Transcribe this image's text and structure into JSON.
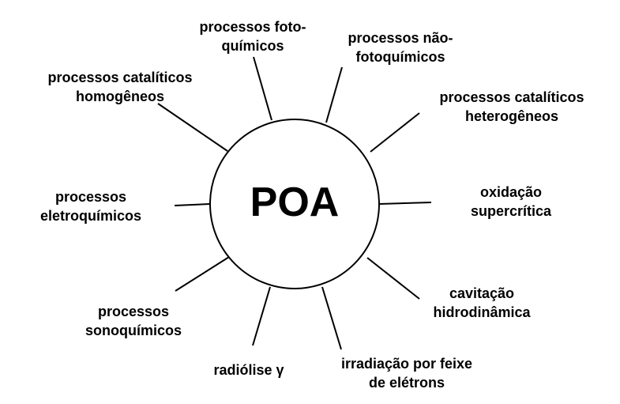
{
  "center": "POA",
  "branches": [
    {
      "line1": "processos foto-",
      "line2": "químicos"
    },
    {
      "line1": "processos não-",
      "line2": "fotoquímicos"
    },
    {
      "line1": "processos catalíticos",
      "line2": "homogêneos"
    },
    {
      "line1": "processos catalíticos",
      "line2": "heterogêneos"
    },
    {
      "line1": "processos",
      "line2": "eletroquímicos"
    },
    {
      "line1": "oxidação",
      "line2": "supercrítica"
    },
    {
      "line1": "cavitação",
      "line2": "hidrodinâmica"
    },
    {
      "line1": "processos",
      "line2": "sonoquímicos"
    },
    {
      "line1": "radiólise γ"
    },
    {
      "line1": "irradiação por feixe",
      "line2": "de elétrons"
    }
  ]
}
